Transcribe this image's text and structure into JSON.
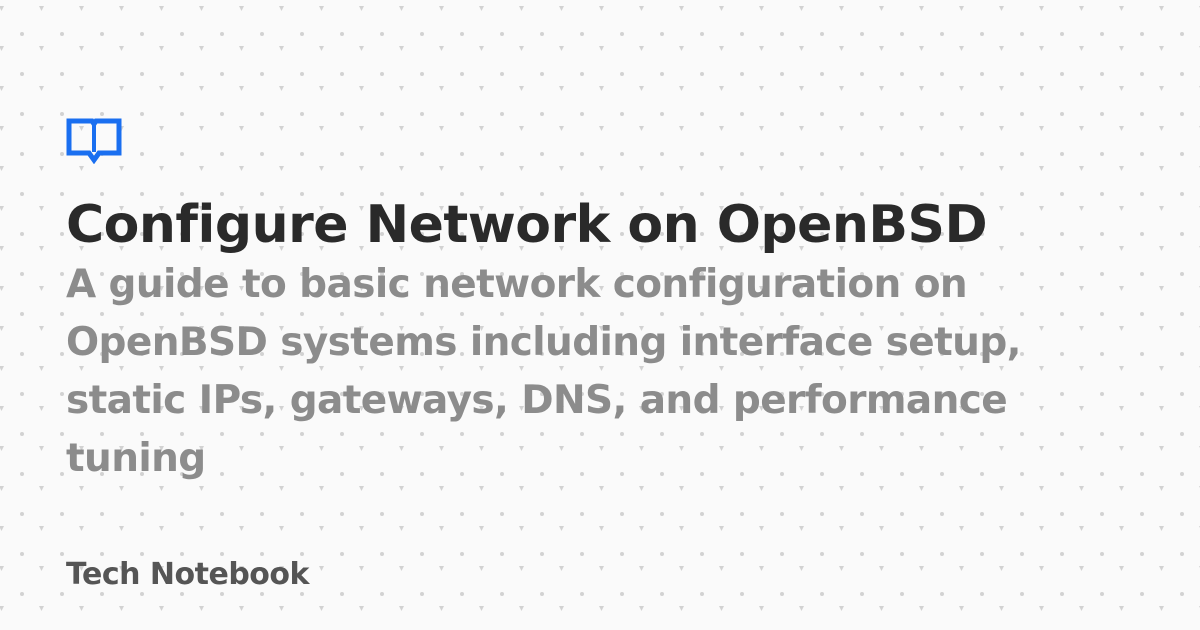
{
  "card": {
    "title": "Configure Network on OpenBSD",
    "description": "A guide to basic network configuration on OpenBSD systems including interface setup, static IPs, gateways, DNS, and performance tuning",
    "site_name": "Tech Notebook",
    "logo_icon": "open-book-icon"
  },
  "colors": {
    "background": "#fafafa",
    "accent": "#1a6ff0",
    "title": "#2a2a2a",
    "description": "#8c8c8c",
    "site_name": "#555555",
    "pattern": "#cfcfcf"
  }
}
